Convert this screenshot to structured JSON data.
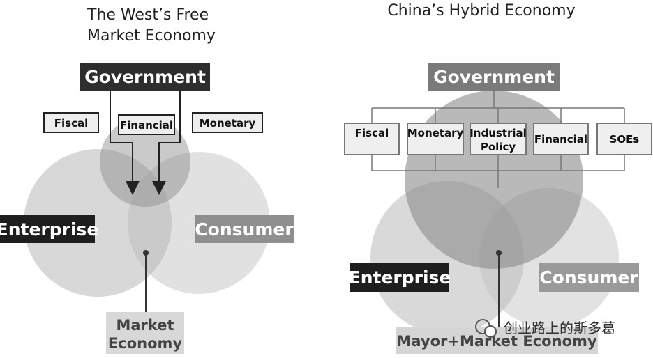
{
  "left": {
    "title_line1": "The West’s Free",
    "title_line2": "Market Economy",
    "government": "Government",
    "tools": [
      "Fiscal",
      "Financial",
      "Monetary"
    ],
    "enterprise": "Enterprise",
    "consumer": "Consumer",
    "result_line1": "Market",
    "result_line2": "Economy"
  },
  "right": {
    "title": "China’s Hybrid Economy",
    "government": "Government",
    "tools": [
      "Fiscal",
      "Monetary",
      "Industrial Policy",
      "Financial",
      "SOEs"
    ],
    "tool_industrial_line1": "Industrial",
    "tool_industrial_line2": "Policy",
    "enterprise": "Enterprise",
    "consumer": "Consumer",
    "result": "Mayor+Market Economy"
  },
  "watermark": "创业路上的斯多葛"
}
